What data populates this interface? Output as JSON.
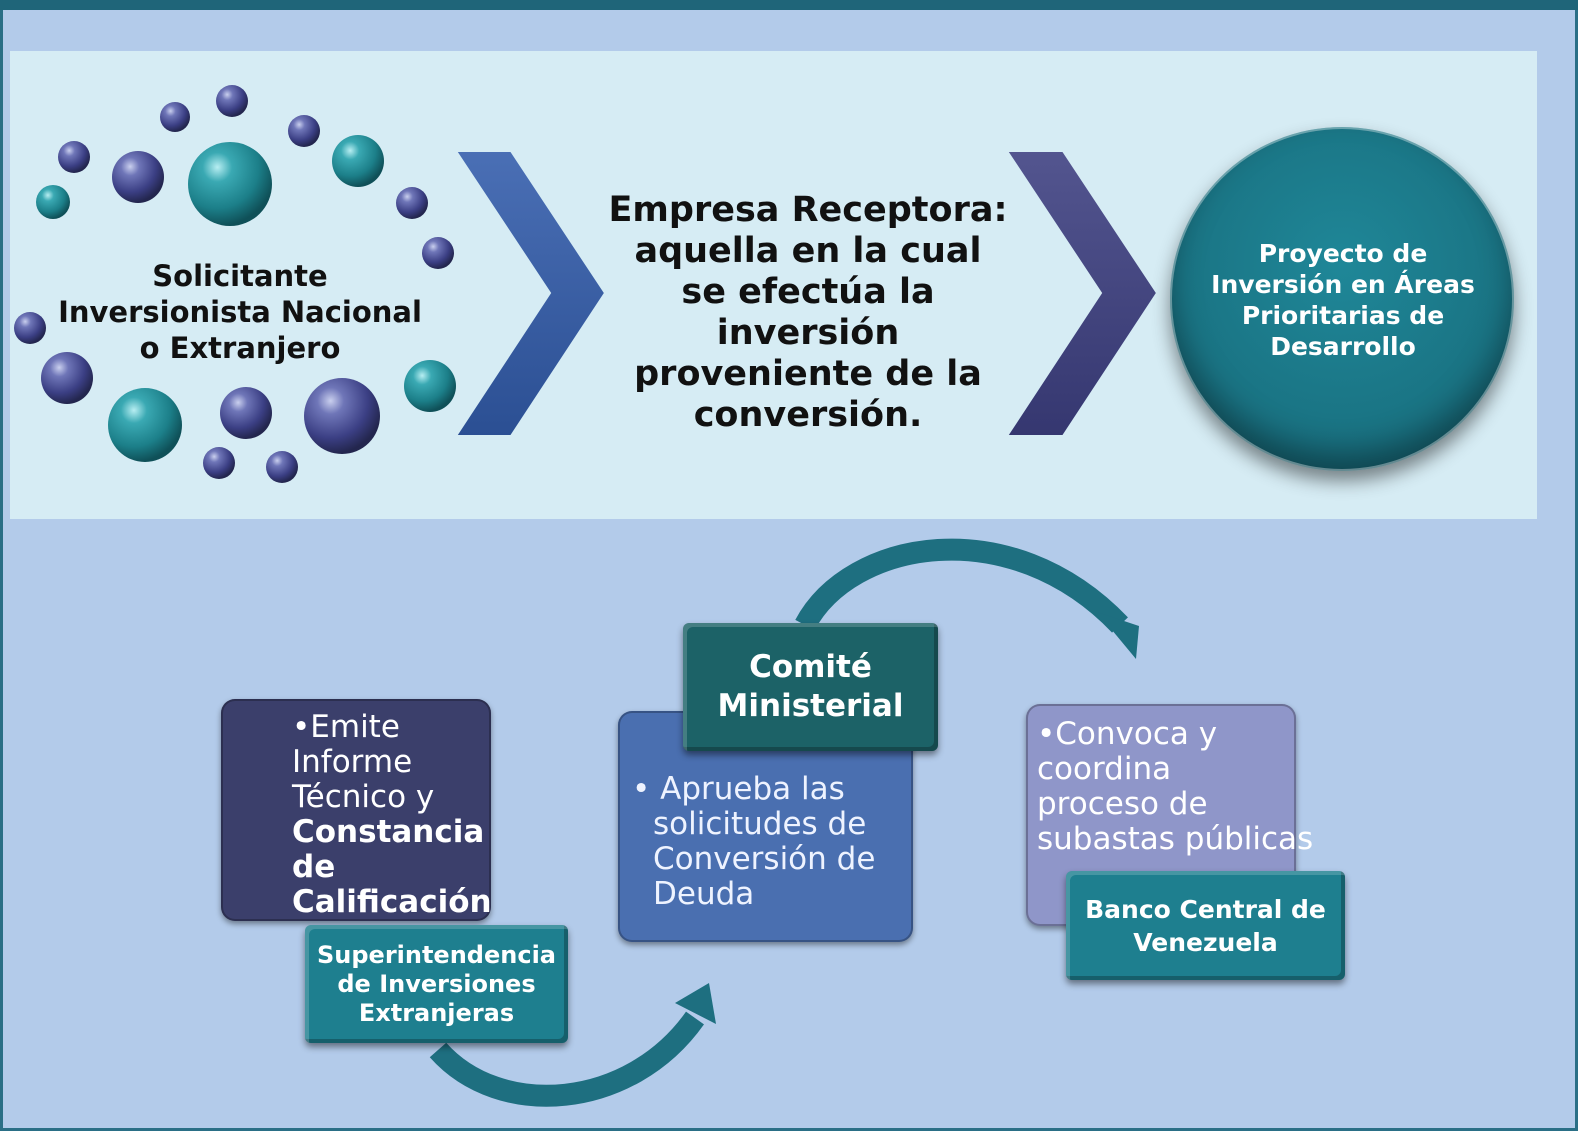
{
  "top_flow": {
    "start_label": "Solicitante Inversionista Nacional o Extranjero",
    "middle_label": "Empresa Receptora: aquella en la cual se efectúa la inversión proveniente de la conversión.",
    "end_label": "Proyecto de Inversión en Áreas Prioritarias de Desarrollo"
  },
  "bottom_flow": {
    "superintendencia": {
      "bullet_lines": [
        "•Emite",
        "Informe",
        "Técnico y"
      ],
      "bold_lines": [
        "Constancia",
        "de",
        "Calificación"
      ],
      "entity": "Superintendencia de Inversiones Extranjeras"
    },
    "comite": {
      "entity": "Comité Ministerial",
      "bullet_lines": [
        "• Aprueba  las",
        "solicitudes de",
        "Conversión de",
        "Deuda"
      ]
    },
    "banco": {
      "bullet_lines": [
        "•Convoca y",
        "coordina",
        "proceso de",
        "subastas públicas"
      ],
      "entity": "Banco Central de Venezuela"
    }
  },
  "colors": {
    "background": "#b3cbea",
    "upper_panel": "#d6ecf4",
    "teal": "#1a7484",
    "navy_box": "#3b3f6b",
    "blue_box": "#4a6fb0",
    "lavender_box": "#8f96c9",
    "teal_label": "#1e7f8f",
    "dark_teal_label": "#1c6267"
  }
}
